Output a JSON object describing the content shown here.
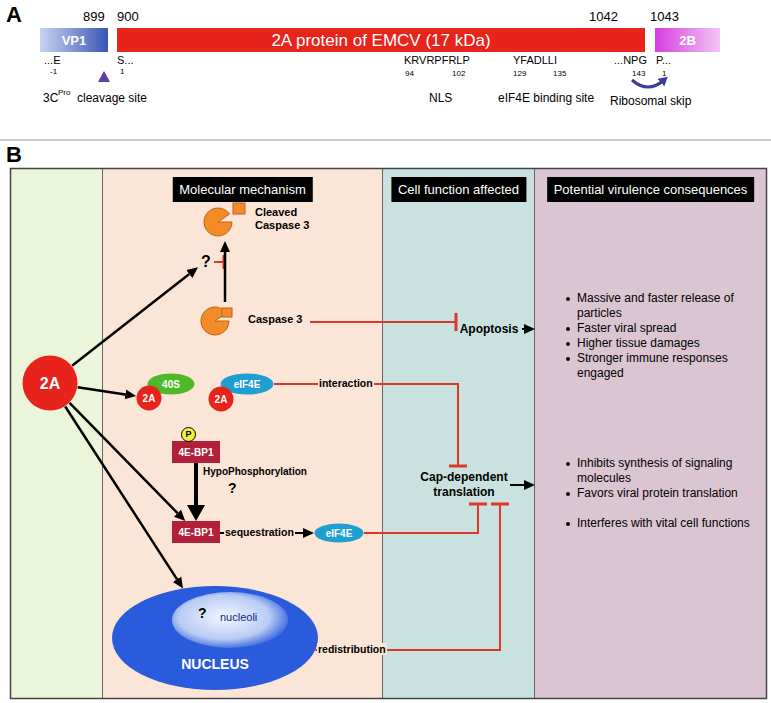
{
  "diagram": {
    "nodes": [
      {
        "text": [
          "VP1"
        ]
      },
      {
        "text": [
          "2A protein of EMCV (17 kDa)"
        ]
      },
      {
        "text": [
          "2B"
        ]
      },
      {
        "text": [
          "2A"
        ]
      },
      {
        "text": [
          "Molecular mechanism"
        ]
      },
      {
        "text": [
          "Cell function affected"
        ]
      },
      {
        "text": [
          "Potential virulence consequences",
          "Massive and faster release of particles",
          "Faster viral spread",
          "Higher tissue damages",
          "Stronger immune responses engaged",
          "Inhibits synthesis of signaling molecules",
          "Favors viral protein translation",
          "Interferes with vital cell functions"
        ]
      },
      {
        "text": [
          "?"
        ],
        "in": 4
      },
      {
        "text": [
          "Cleaved Caspase 3"
        ],
        "in": 4
      },
      {
        "text": [
          "Caspase 3"
        ],
        "in": 4
      },
      {
        "text": [
          "40S"
        ],
        "in": 4
      },
      {
        "text": [
          "2A"
        ],
        "in": 4
      },
      {
        "text": [
          "eIF4E"
        ],
        "in": 4
      },
      {
        "text": [
          "2A"
        ],
        "in": 4
      },
      {
        "text": [
          "4E-BP1"
        ],
        "in": 4
      },
      {
        "text": [
          "P"
        ],
        "in": 4
      },
      {
        "text": [
          "4E-BP1"
        ],
        "in": 4
      },
      {
        "text": [
          "eIF4E"
        ],
        "in": 4
      },
      {
        "text": [
          "?",
          "nucleoli",
          "NUCLEUS"
        ],
        "in": 4
      },
      {
        "text": [
          "Apoptosis"
        ],
        "in": 5
      },
      {
        "text": [
          "Cap-dependent translation"
        ],
        "in": 5
      }
    ],
    "edges": [
      {
        "from": 3,
        "to": 7,
        "arrow": "to"
      },
      {
        "from": 9,
        "to": 8,
        "arrow": "to"
      },
      {
        "from": 9,
        "to": 19,
        "arrow": "to"
      },
      {
        "from": 3,
        "to": 11,
        "arrow": "to"
      },
      {
        "from": 12,
        "to": 20,
        "label": "interaction",
        "arrow": "to"
      },
      {
        "from": 3,
        "to": 16,
        "arrow": "to"
      },
      {
        "from": 14,
        "to": 16,
        "label": "HypoPhosphorylation",
        "arrow": "to"
      },
      {
        "from": 16,
        "to": 17,
        "label": "sequestration",
        "arrow": "to"
      },
      {
        "from": 17,
        "to": 20,
        "arrow": "to"
      },
      {
        "from": 3,
        "to": 18,
        "arrow": "to"
      },
      {
        "from": 18,
        "to": 20,
        "label": "redistribution",
        "arrow": "to"
      },
      {
        "from": 19,
        "to": 6,
        "arrow": "to"
      },
      {
        "from": 20,
        "to": 6,
        "arrow": "to"
      }
    ],
    "labels": [
      "A",
      "899",
      "900",
      "1042",
      "1043",
      "...E",
      "-1",
      "S...",
      "1",
      "3C",
      "Pro",
      "cleavage site",
      "KRVRPFRLP",
      "94",
      "102",
      "NLS",
      "YFADLLI",
      "129",
      "135",
      "eIF4E binding site",
      "...NPG",
      "143",
      "P...",
      "1",
      "Ribosomal skip",
      "B",
      "?"
    ]
  }
}
